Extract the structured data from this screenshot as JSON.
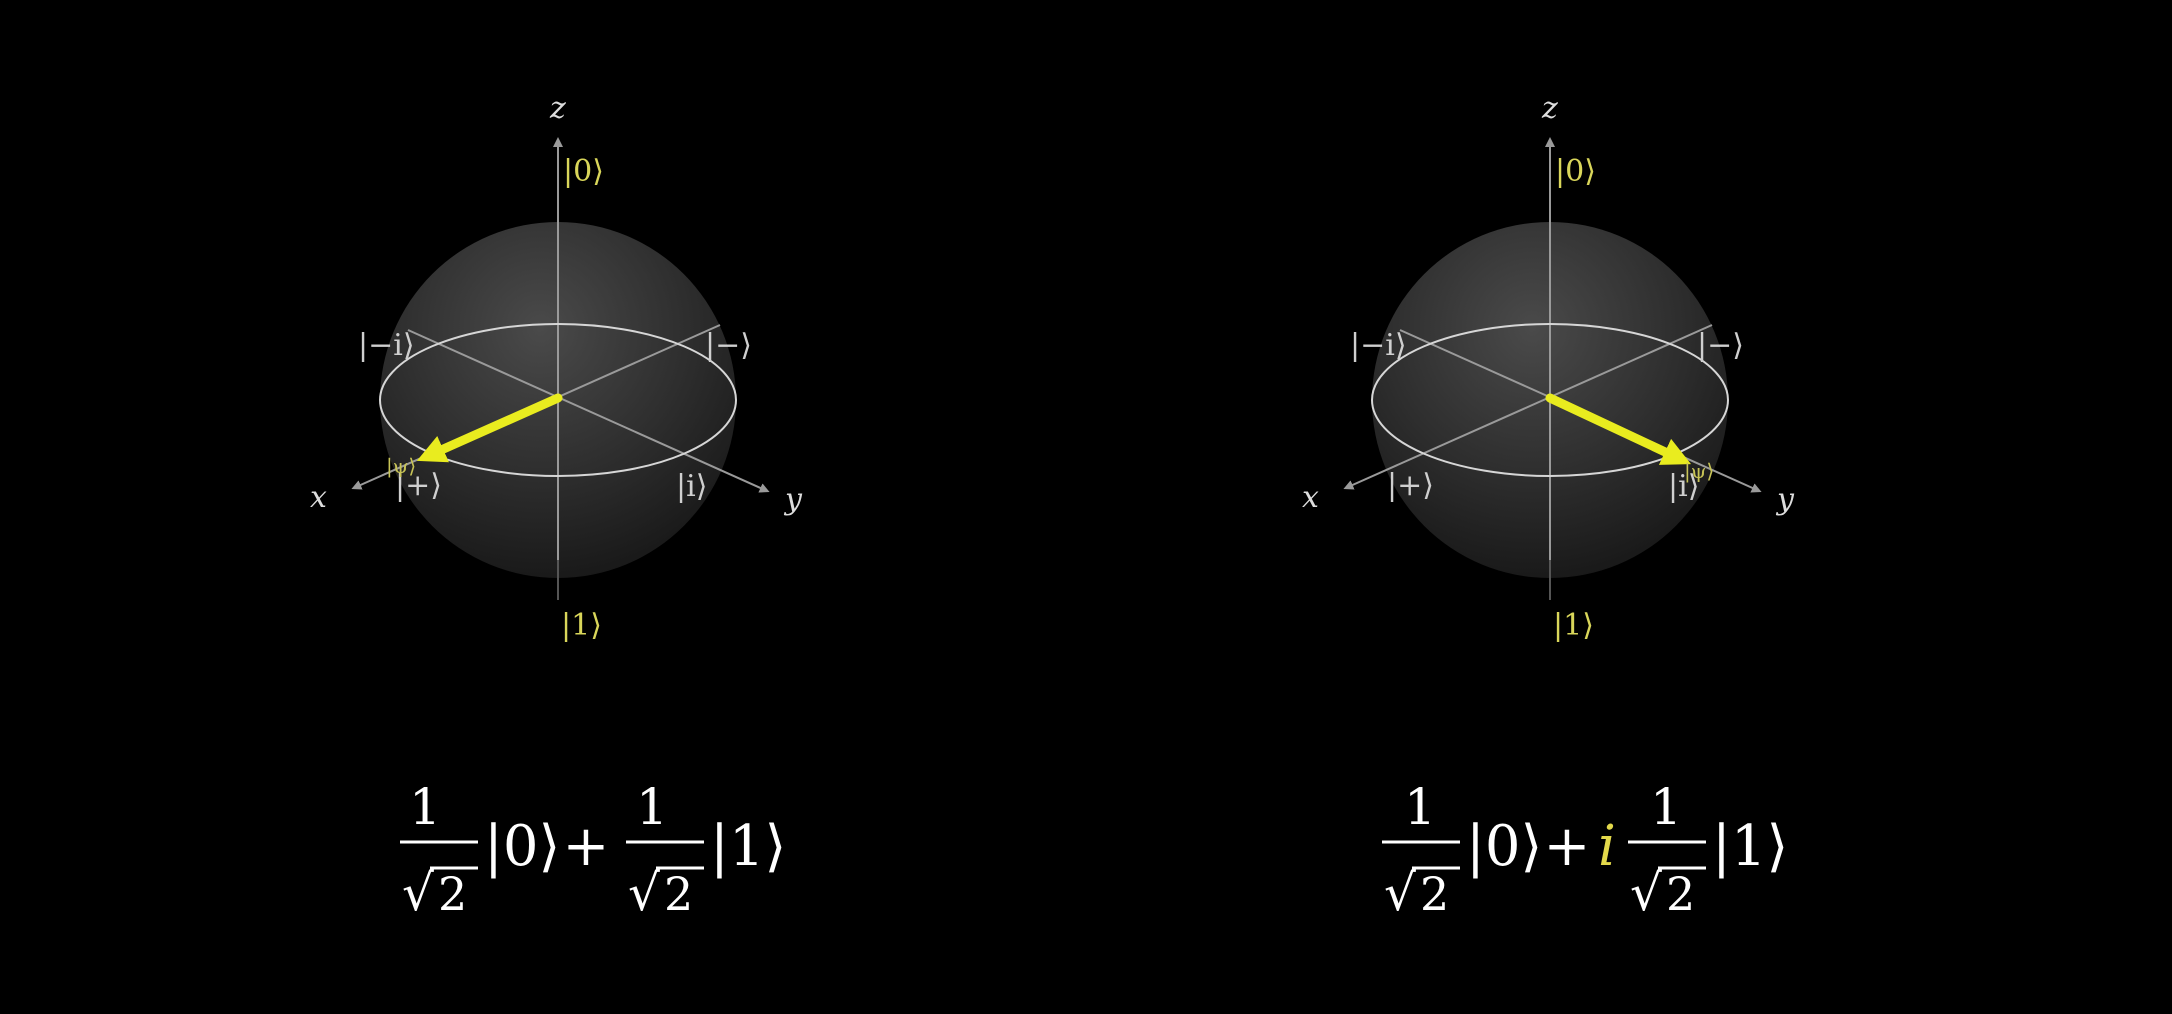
{
  "colors": {
    "background": "#000000",
    "state_vector": "#e9ec1f",
    "ket_labels": "#d9d65a",
    "axis_lines": "#9a9a9a",
    "equator": "#d6d6d6"
  },
  "spheres": [
    {
      "axes": {
        "x": "x",
        "y": "y",
        "z": "z"
      },
      "kets": {
        "zero": "|0⟩",
        "one": "|1⟩",
        "minus_i": "|−i⟩",
        "minus": "|−⟩",
        "plus": "|+⟩",
        "i": "|i⟩",
        "psi": "|ψ⟩"
      },
      "equation": {
        "term1": {
          "num": "1",
          "sqrt": "√",
          "radicand": "2",
          "ket": "|0⟩"
        },
        "op": "+",
        "coef": "",
        "term2": {
          "num": "1",
          "sqrt": "√",
          "radicand": "2",
          "ket": "|1⟩"
        }
      },
      "state_direction": "+x"
    },
    {
      "axes": {
        "x": "x",
        "y": "y",
        "z": "z"
      },
      "kets": {
        "zero": "|0⟩",
        "one": "|1⟩",
        "minus_i": "|−i⟩",
        "minus": "|−⟩",
        "plus": "|+⟩",
        "i": "|i⟩",
        "psi": "|ψ⟩"
      },
      "equation": {
        "term1": {
          "num": "1",
          "sqrt": "√",
          "radicand": "2",
          "ket": "|0⟩"
        },
        "op": "+",
        "coef": "i",
        "term2": {
          "num": "1",
          "sqrt": "√",
          "radicand": "2",
          "ket": "|1⟩"
        }
      },
      "state_direction": "+y"
    }
  ]
}
